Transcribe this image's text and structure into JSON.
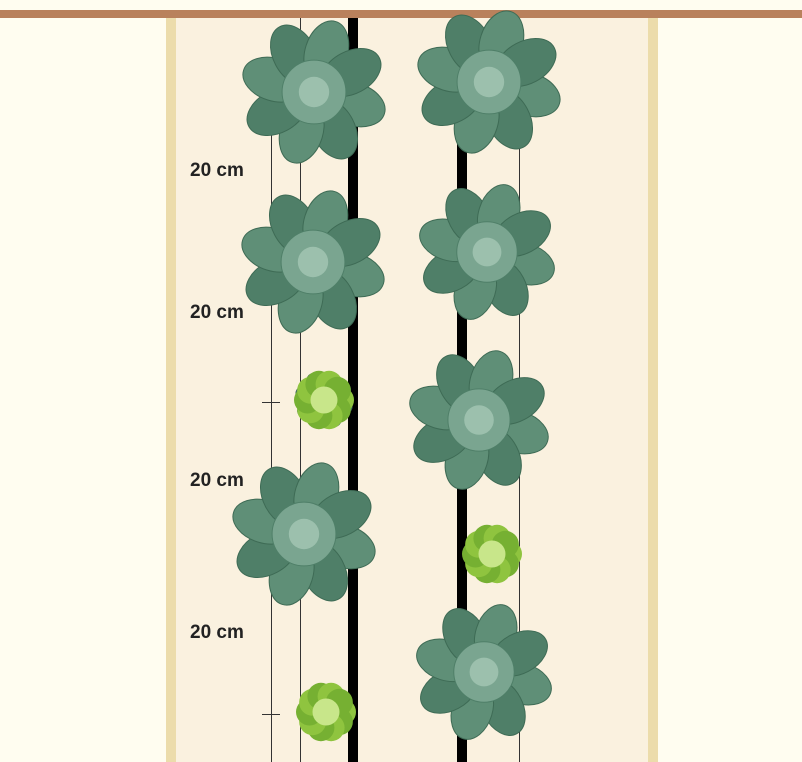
{
  "spacing_labels": [
    "20 cm",
    "20 cm",
    "20 cm",
    "20 cm"
  ],
  "plants": [
    {
      "type": "cabbage"
    },
    {
      "type": "cabbage"
    },
    {
      "type": "cabbage"
    },
    {
      "type": "cabbage"
    },
    {
      "type": "cabbage"
    },
    {
      "type": "cabbage"
    },
    {
      "type": "cabbage"
    },
    {
      "type": "cabbage"
    },
    {
      "type": "lettuce"
    },
    {
      "type": "lettuce"
    },
    {
      "type": "lettuce"
    }
  ],
  "colors": {
    "top_border": "#b9815c",
    "bed_fill": "#faf1df",
    "bed_edge": "#ecdcab",
    "background": "#fffdf0",
    "cabbage_leaf": "#5f8f77",
    "lettuce_leaf": "#8fc43f"
  }
}
